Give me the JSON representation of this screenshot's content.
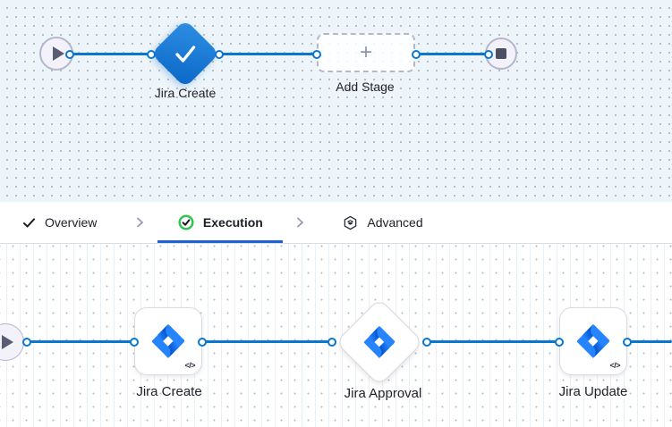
{
  "stage_canvas": {
    "stage": {
      "label": "Jira Create",
      "status": "completed"
    },
    "add_stage": {
      "label": "Add Stage",
      "plus": "+"
    }
  },
  "tabs": {
    "overview": {
      "label": "Overview",
      "state": "completed"
    },
    "execution": {
      "label": "Execution",
      "state": "active"
    },
    "advanced": {
      "label": "Advanced",
      "state": "default"
    }
  },
  "execution_canvas": {
    "steps": [
      {
        "label": "Jira Create",
        "shape": "card",
        "code_badge": "</>"
      },
      {
        "label": "Jira Approval",
        "shape": "diamond"
      },
      {
        "label": "Jira Update",
        "shape": "card",
        "code_badge": "</>"
      }
    ]
  },
  "icons": {
    "play": "play-triangle",
    "stop": "stop-square",
    "check": "checkmark",
    "plus": "plus",
    "execution_status": "green-circle-check",
    "advanced": "hexagon-package",
    "separator": "chevron-right",
    "code": "code-brackets",
    "step_logo": "jira-logo"
  },
  "colors": {
    "edge_blue": "#0b76d0",
    "tab_underline": "#1c62d4",
    "status_green": "#35c351",
    "canvas_top_bg": "#edf5fa",
    "stage_diamond_gradient": [
      "#2f8fe2",
      "#0a67c8"
    ],
    "jira_blue": "#2684FF",
    "jira_dark_blue": "#0052CC",
    "node_border": "#b5b6cc",
    "label_text": "#22222a"
  }
}
